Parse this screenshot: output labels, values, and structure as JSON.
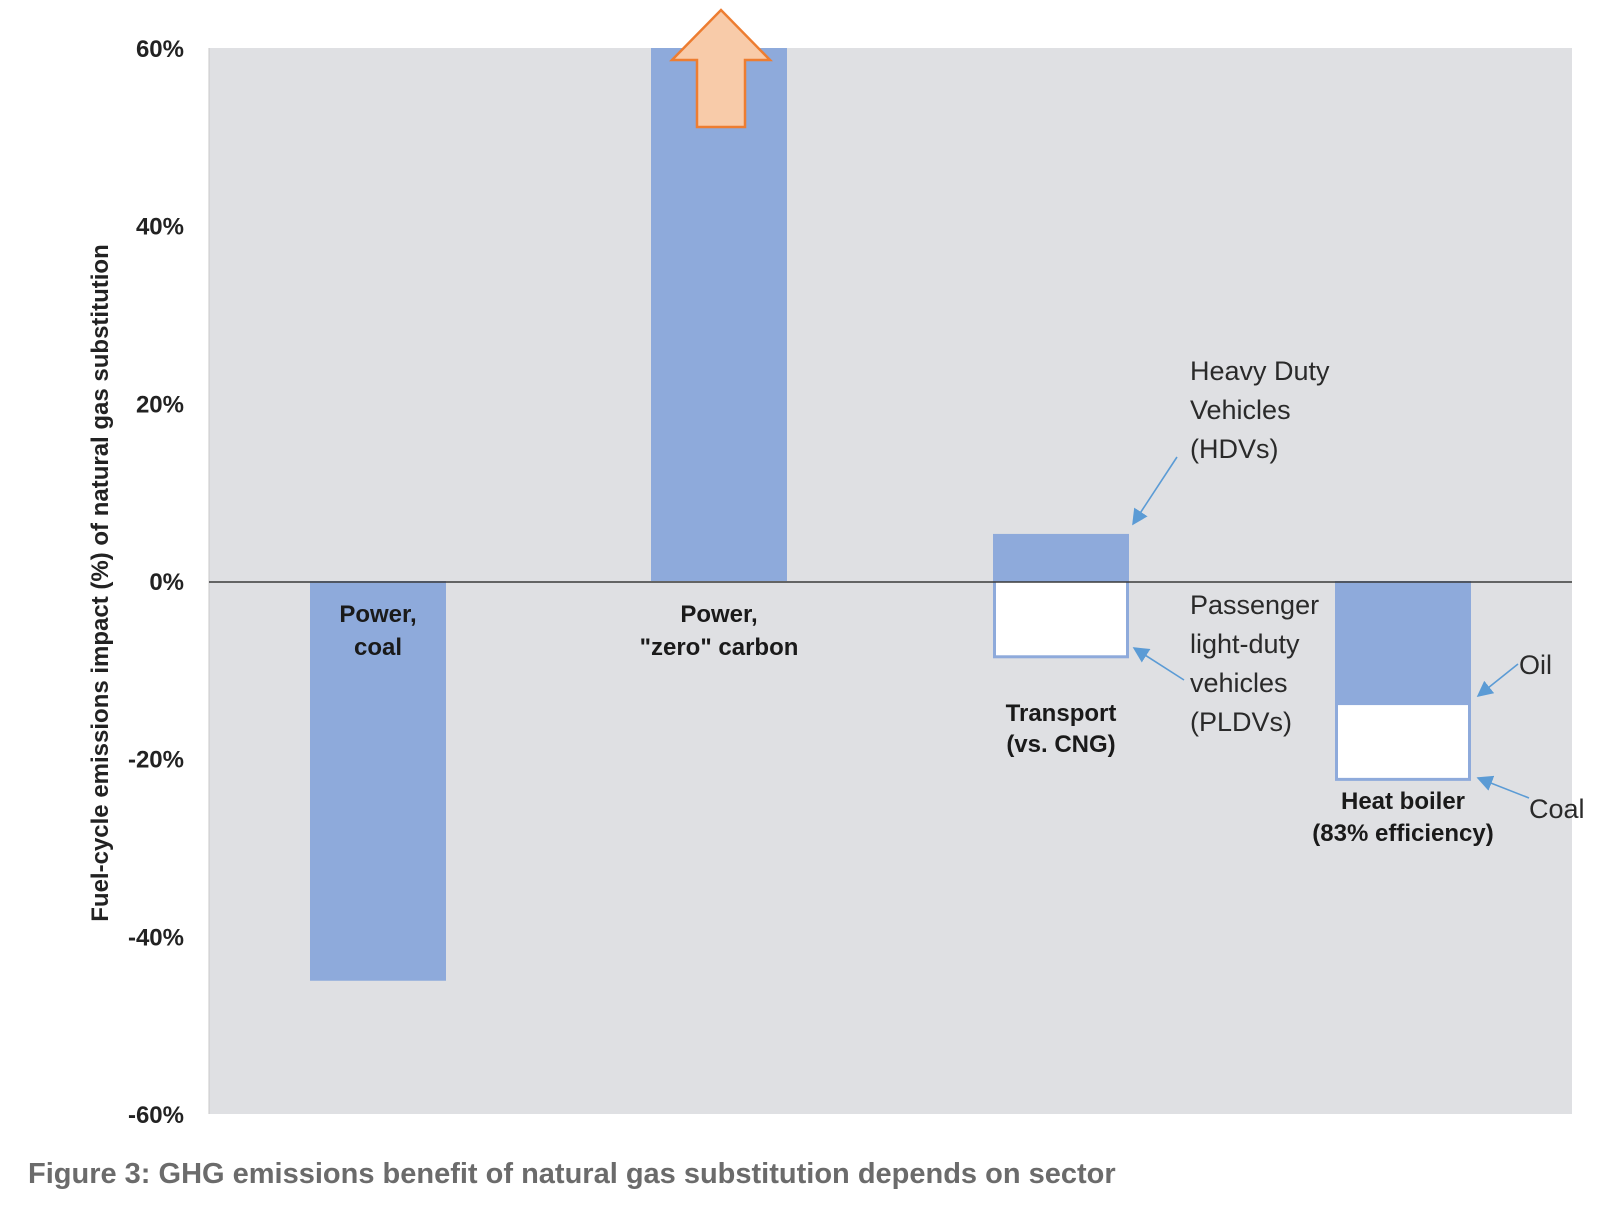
{
  "caption": "Figure 3: GHG emissions benefit of natural gas substitution depends on sector",
  "chart_data": {
    "type": "bar",
    "ylabel": "Fuel-cycle emissions impact (%) of natural gas substitution",
    "ylim": [
      -60,
      60
    ],
    "yticks": [
      60,
      40,
      20,
      0,
      -20,
      -40,
      -60
    ],
    "ytick_labels": [
      "60%",
      "40%",
      "20%",
      "0%",
      "-20%",
      "-40%",
      "-60%"
    ],
    "grid": false,
    "legend": "none",
    "colors": {
      "plot_bg": "#dfe0e3",
      "bar": "#8eaadb",
      "outline_bar": "#8eaadb",
      "arrow_fill": "#f8cba9",
      "arrow_stroke": "#ed7d31",
      "annotation_line": "#5b9bd5"
    },
    "categories": [
      {
        "label": [
          "Power,",
          "coal"
        ],
        "bars": [
          {
            "from": 0,
            "to": -45,
            "style": "filled"
          }
        ]
      },
      {
        "label": [
          "Power,",
          "\"zero\" carbon"
        ],
        "bars": [
          {
            "from": 0,
            "to": 60,
            "style": "filled",
            "continues_above_axis": true
          }
        ]
      },
      {
        "label": [
          "Transport",
          "(vs. CNG)"
        ],
        "bars": [
          {
            "name": "Heavy Duty Vehicles (HDVs)",
            "from": 0,
            "to": 5.3,
            "style": "filled"
          },
          {
            "name": "Passenger light-duty vehicles (PLDVs)",
            "from": 0,
            "to": -8.7,
            "style": "outline"
          }
        ]
      },
      {
        "label": [
          "Heat boiler",
          "(83% efficiency)"
        ],
        "bars": [
          {
            "name": "Oil",
            "from": 0,
            "to": -13.8,
            "style": "filled"
          },
          {
            "name": "Coal",
            "from": -13.8,
            "to": -22.5,
            "style": "outline"
          }
        ]
      }
    ],
    "annotations": [
      {
        "lines": [
          "Heavy Duty",
          "Vehicles",
          "(HDVs)"
        ],
        "points_to": "Heavy Duty Vehicles (HDVs)"
      },
      {
        "lines": [
          "Passenger",
          "light-duty",
          "vehicles",
          "(PLDVs)"
        ],
        "points_to": "Passenger light-duty vehicles (PLDVs)"
      },
      {
        "lines": [
          "Oil"
        ],
        "points_to": "Oil"
      },
      {
        "lines": [
          "Coal"
        ],
        "points_to": "Coal"
      }
    ]
  }
}
